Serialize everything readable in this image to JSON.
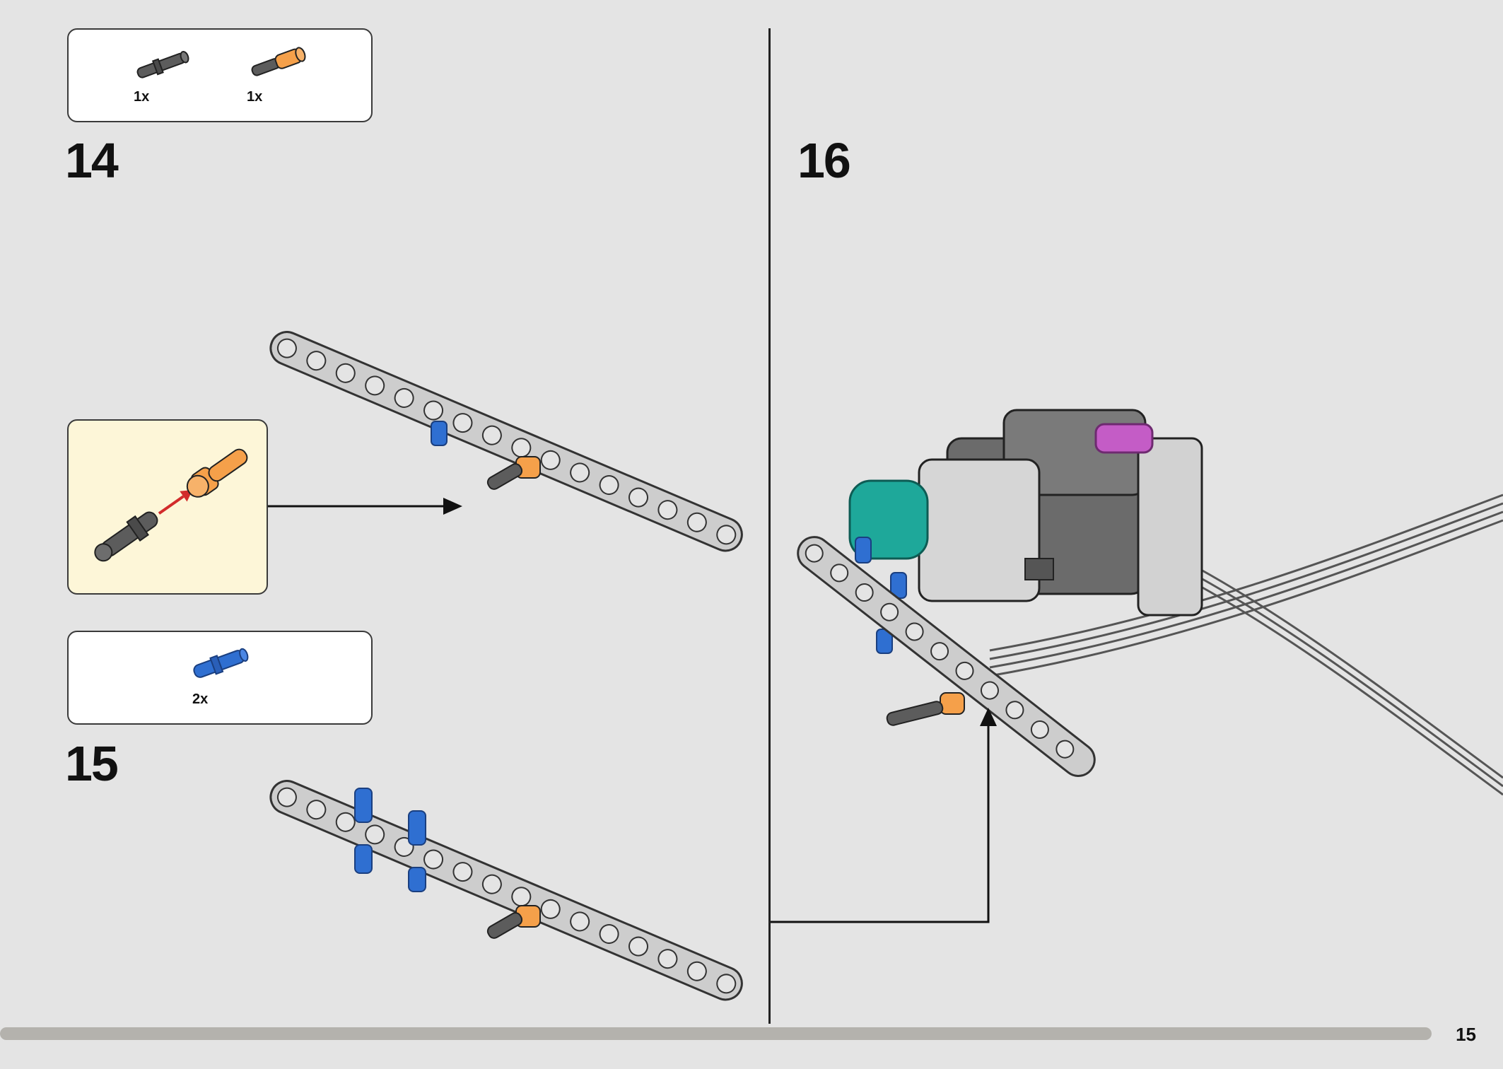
{
  "steps": [
    {
      "number": "14",
      "parts": [
        {
          "item": "dark-gray-axle-pin-icon",
          "qty": "1x"
        },
        {
          "item": "orange-friction-pin-icon",
          "qty": "1x"
        }
      ]
    },
    {
      "number": "15",
      "parts": [
        {
          "item": "blue-friction-pin-icon",
          "qty": "2x"
        }
      ]
    },
    {
      "number": "16"
    }
  ],
  "page": {
    "number": "15"
  },
  "colors": {
    "background": "#e4e4e4",
    "callout_background": "#fdf6d8",
    "beam_gray": "#c9c9c9",
    "dark_gray": "#5c5c5c",
    "orange": "#f5a04a",
    "blue": "#2f6fd1",
    "teal": "#1ea89a",
    "magenta": "#c45cc6",
    "progress_bar": "#b4b2ad",
    "arrow_red": "#d22b2b"
  }
}
